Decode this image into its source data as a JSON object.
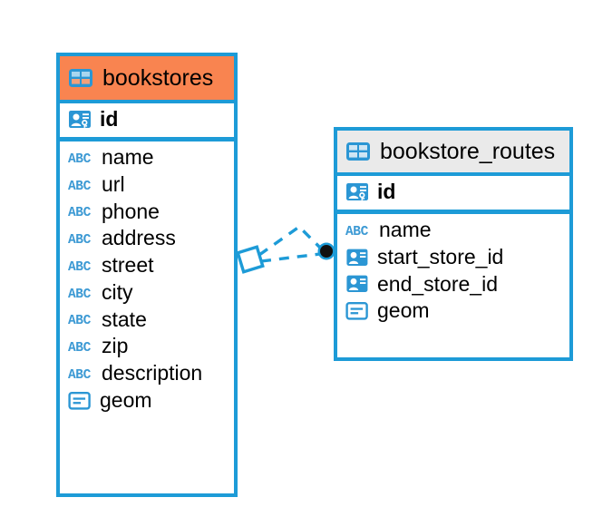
{
  "diagram": {
    "type": "entity-relationship-diagram",
    "colors": {
      "entity_border": "#1d9bd7",
      "header_highlight": "#f98450",
      "header_default": "#eaeaea",
      "icon_blue": "#3d9ad4",
      "icon_solid": "#2b96d4",
      "connector": "#1d9bd7",
      "connector_dot": "#111111",
      "text": "#000000",
      "background": "#ffffff"
    },
    "entities": [
      {
        "name": "bookstores",
        "header_icon": "table-icon",
        "header_style": "highlight",
        "primary_key": {
          "label": "id",
          "icon": "primary-key-icon"
        },
        "fields": [
          {
            "label": "name",
            "icon": "text-type-icon"
          },
          {
            "label": "url",
            "icon": "text-type-icon"
          },
          {
            "label": "phone",
            "icon": "text-type-icon"
          },
          {
            "label": "address",
            "icon": "text-type-icon"
          },
          {
            "label": "street",
            "icon": "text-type-icon"
          },
          {
            "label": "city",
            "icon": "text-type-icon"
          },
          {
            "label": "state",
            "icon": "text-type-icon"
          },
          {
            "label": "zip",
            "icon": "text-type-icon"
          },
          {
            "label": "description",
            "icon": "text-type-icon"
          },
          {
            "label": "geom",
            "icon": "geometry-type-icon"
          }
        ]
      },
      {
        "name": "bookstore_routes",
        "header_icon": "table-icon",
        "header_style": "default",
        "primary_key": {
          "label": "id",
          "icon": "primary-key-icon"
        },
        "fields": [
          {
            "label": "name",
            "icon": "text-type-icon"
          },
          {
            "label": "start_store_id",
            "icon": "foreign-key-icon"
          },
          {
            "label": "end_store_id",
            "icon": "foreign-key-icon"
          },
          {
            "label": "geom",
            "icon": "geometry-type-icon"
          }
        ]
      }
    ],
    "relationship": {
      "from_entity": "bookstores",
      "to_entity": "bookstore_routes",
      "from_marker": "diamond-marker",
      "to_marker": "dot-marker",
      "line_style": "dashed"
    }
  }
}
